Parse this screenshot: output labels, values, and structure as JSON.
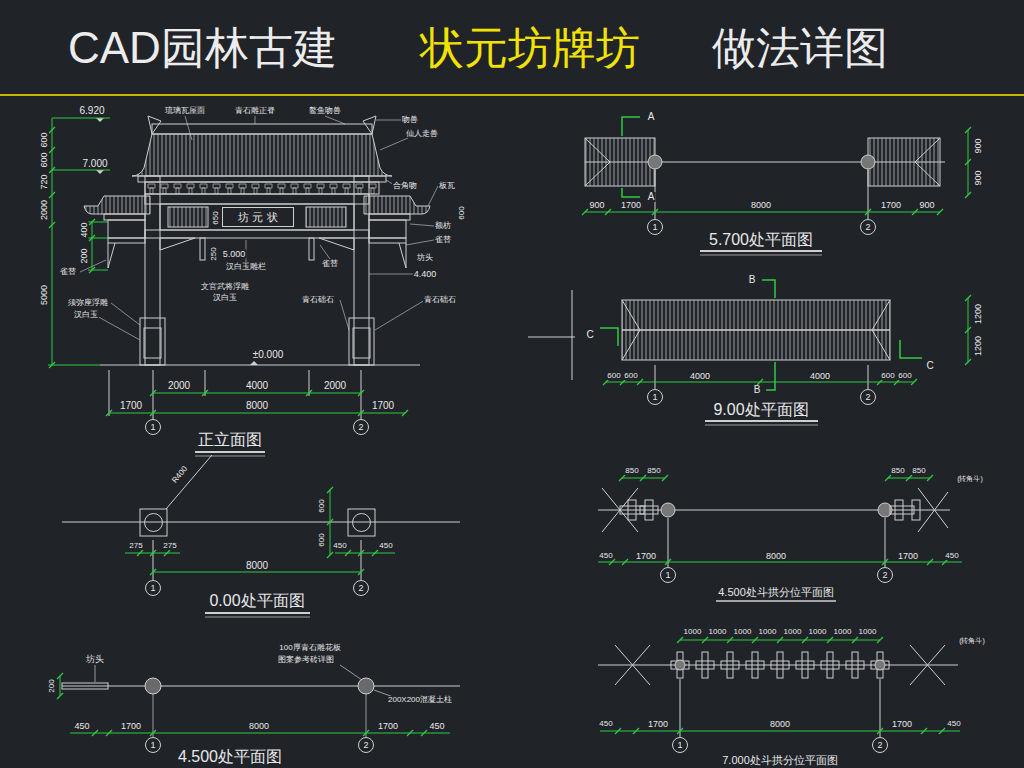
{
  "diagram": {
    "title": "CAD园林古建",
    "nodes": [
      {
        "text": [
          "坊 元 状"
        ]
      },
      {
        "text": [
          "1"
        ]
      },
      {
        "text": [
          "2"
        ]
      },
      {
        "text": [
          "1"
        ]
      },
      {
        "text": [
          "2"
        ]
      },
      {
        "text": [
          "1"
        ]
      },
      {
        "text": [
          "2"
        ]
      },
      {
        "text": [
          "1"
        ]
      },
      {
        "text": [
          "2"
        ]
      },
      {
        "text": [
          "1"
        ]
      },
      {
        "text": [
          "2"
        ]
      },
      {
        "text": [
          "1"
        ]
      },
      {
        "text": [
          "2"
        ]
      },
      {
        "text": [
          "1"
        ]
      },
      {
        "text": [
          "2"
        ]
      }
    ],
    "labels": [
      "状元坊牌坊",
      "做法详图",
      "6.920",
      "7.000",
      "600",
      "600",
      "720",
      "2000",
      "5000",
      "400",
      "200",
      "650",
      "250",
      "5.000",
      "4.400",
      "±0.000",
      "2000",
      "4000",
      "2000",
      "1700",
      "8000",
      "1700",
      "正立面图",
      "琉璃瓦屋面",
      "青石雕正脊",
      "鳌鱼吻兽",
      "吻兽",
      "仙人走兽",
      "合角吻",
      "板瓦",
      "600",
      "额枋",
      "雀替",
      "坊头",
      "青石础石",
      "雀替",
      "须弥座浮雕",
      "汉白玉",
      "汉白玉雕栏",
      "雀替",
      "文官武将浮雕",
      "汉白玉",
      "青石础石",
      "R400",
      "600",
      "600",
      "275",
      "275",
      "450",
      "450",
      "8000",
      "0.00处平面图",
      "坊头",
      "200",
      "100厚青石雕花板",
      "图案参考砖详图",
      "200X200混凝土柱",
      "450",
      "1700",
      "8000",
      "1700",
      "450",
      "4.500处平面图",
      "A",
      "A",
      "900",
      "1700",
      "8000",
      "1700",
      "900",
      "900",
      "900",
      "5.700处平面图",
      "B",
      "B",
      "C",
      "C",
      "600",
      "600",
      "4000",
      "4000",
      "600",
      "600",
      "1200",
      "1200",
      "9.00处平面图",
      "850",
      "850",
      "850",
      "850",
      "(转角斗)",
      "450",
      "1700",
      "8000",
      "1700",
      "450",
      "4.500处斗拱分位平面图",
      "1000",
      "1000",
      "1000",
      "1000",
      "1000",
      "1000",
      "1000",
      "1000",
      "(转角斗)",
      "450",
      "1700",
      "8000",
      "1700",
      "450",
      "7.000处斗拱分位平面图"
    ]
  }
}
